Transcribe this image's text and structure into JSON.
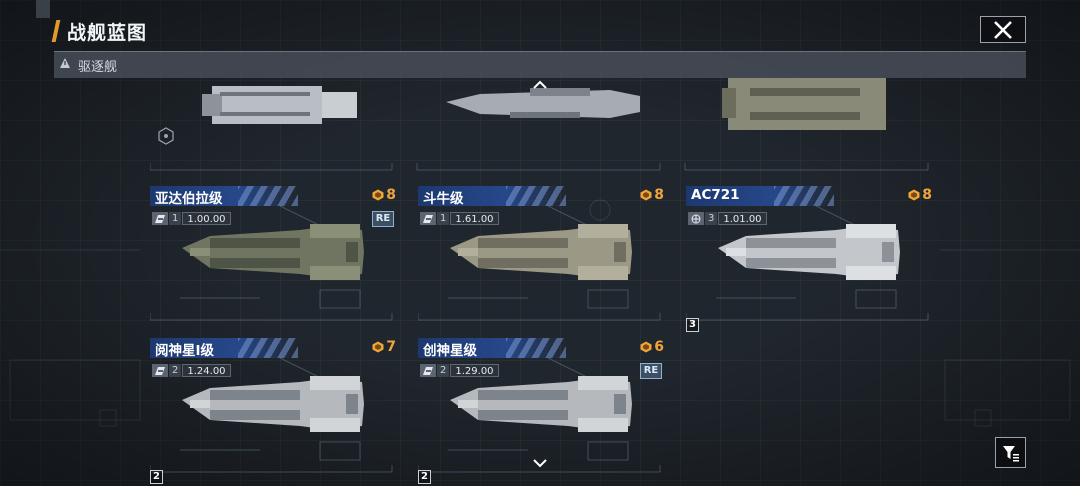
{
  "title": "战舰蓝图",
  "category_label": "驱逐舰",
  "colors": {
    "accent": "#e39a2d",
    "name_bar": "#26488a",
    "cost": "#f0a43a"
  },
  "cards": [
    {
      "name": "亚达伯拉级",
      "cost": "8",
      "level": "1",
      "version": "1.00.00",
      "re": "RE",
      "count": null,
      "hull": "green"
    },
    {
      "name": "斗牛级",
      "cost": "8",
      "level": "1",
      "version": "1.61.00",
      "re": null,
      "count": null,
      "hull": "tan"
    },
    {
      "name": "AC721",
      "cost": "8",
      "level": "3",
      "version": "1.01.00",
      "re": null,
      "count": "3",
      "hull": "white"
    },
    {
      "name": "阅神星I级",
      "cost": "7",
      "level": "2",
      "version": "1.24.00",
      "re": null,
      "count": "2",
      "hull": "grey"
    },
    {
      "name": "创神星级",
      "cost": "6",
      "level": "2",
      "version": "1.29.00",
      "re": "RE",
      "count": "2",
      "hull": "grey"
    }
  ]
}
